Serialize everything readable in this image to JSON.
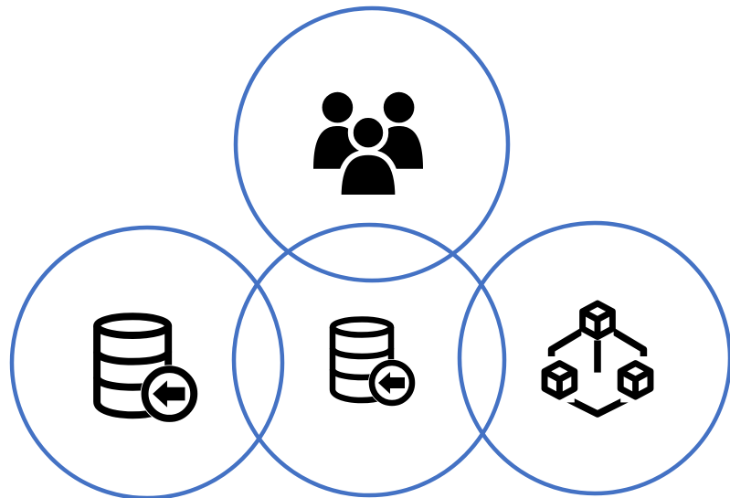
{
  "diagram": {
    "ring_color": "#4472C4",
    "icon_color": "#000000",
    "nodes": [
      {
        "id": "top",
        "icon": "users-group-icon"
      },
      {
        "id": "left",
        "icon": "database-import-icon"
      },
      {
        "id": "center",
        "icon": "database-import-icon"
      },
      {
        "id": "right",
        "icon": "cubes-network-icon"
      }
    ]
  }
}
